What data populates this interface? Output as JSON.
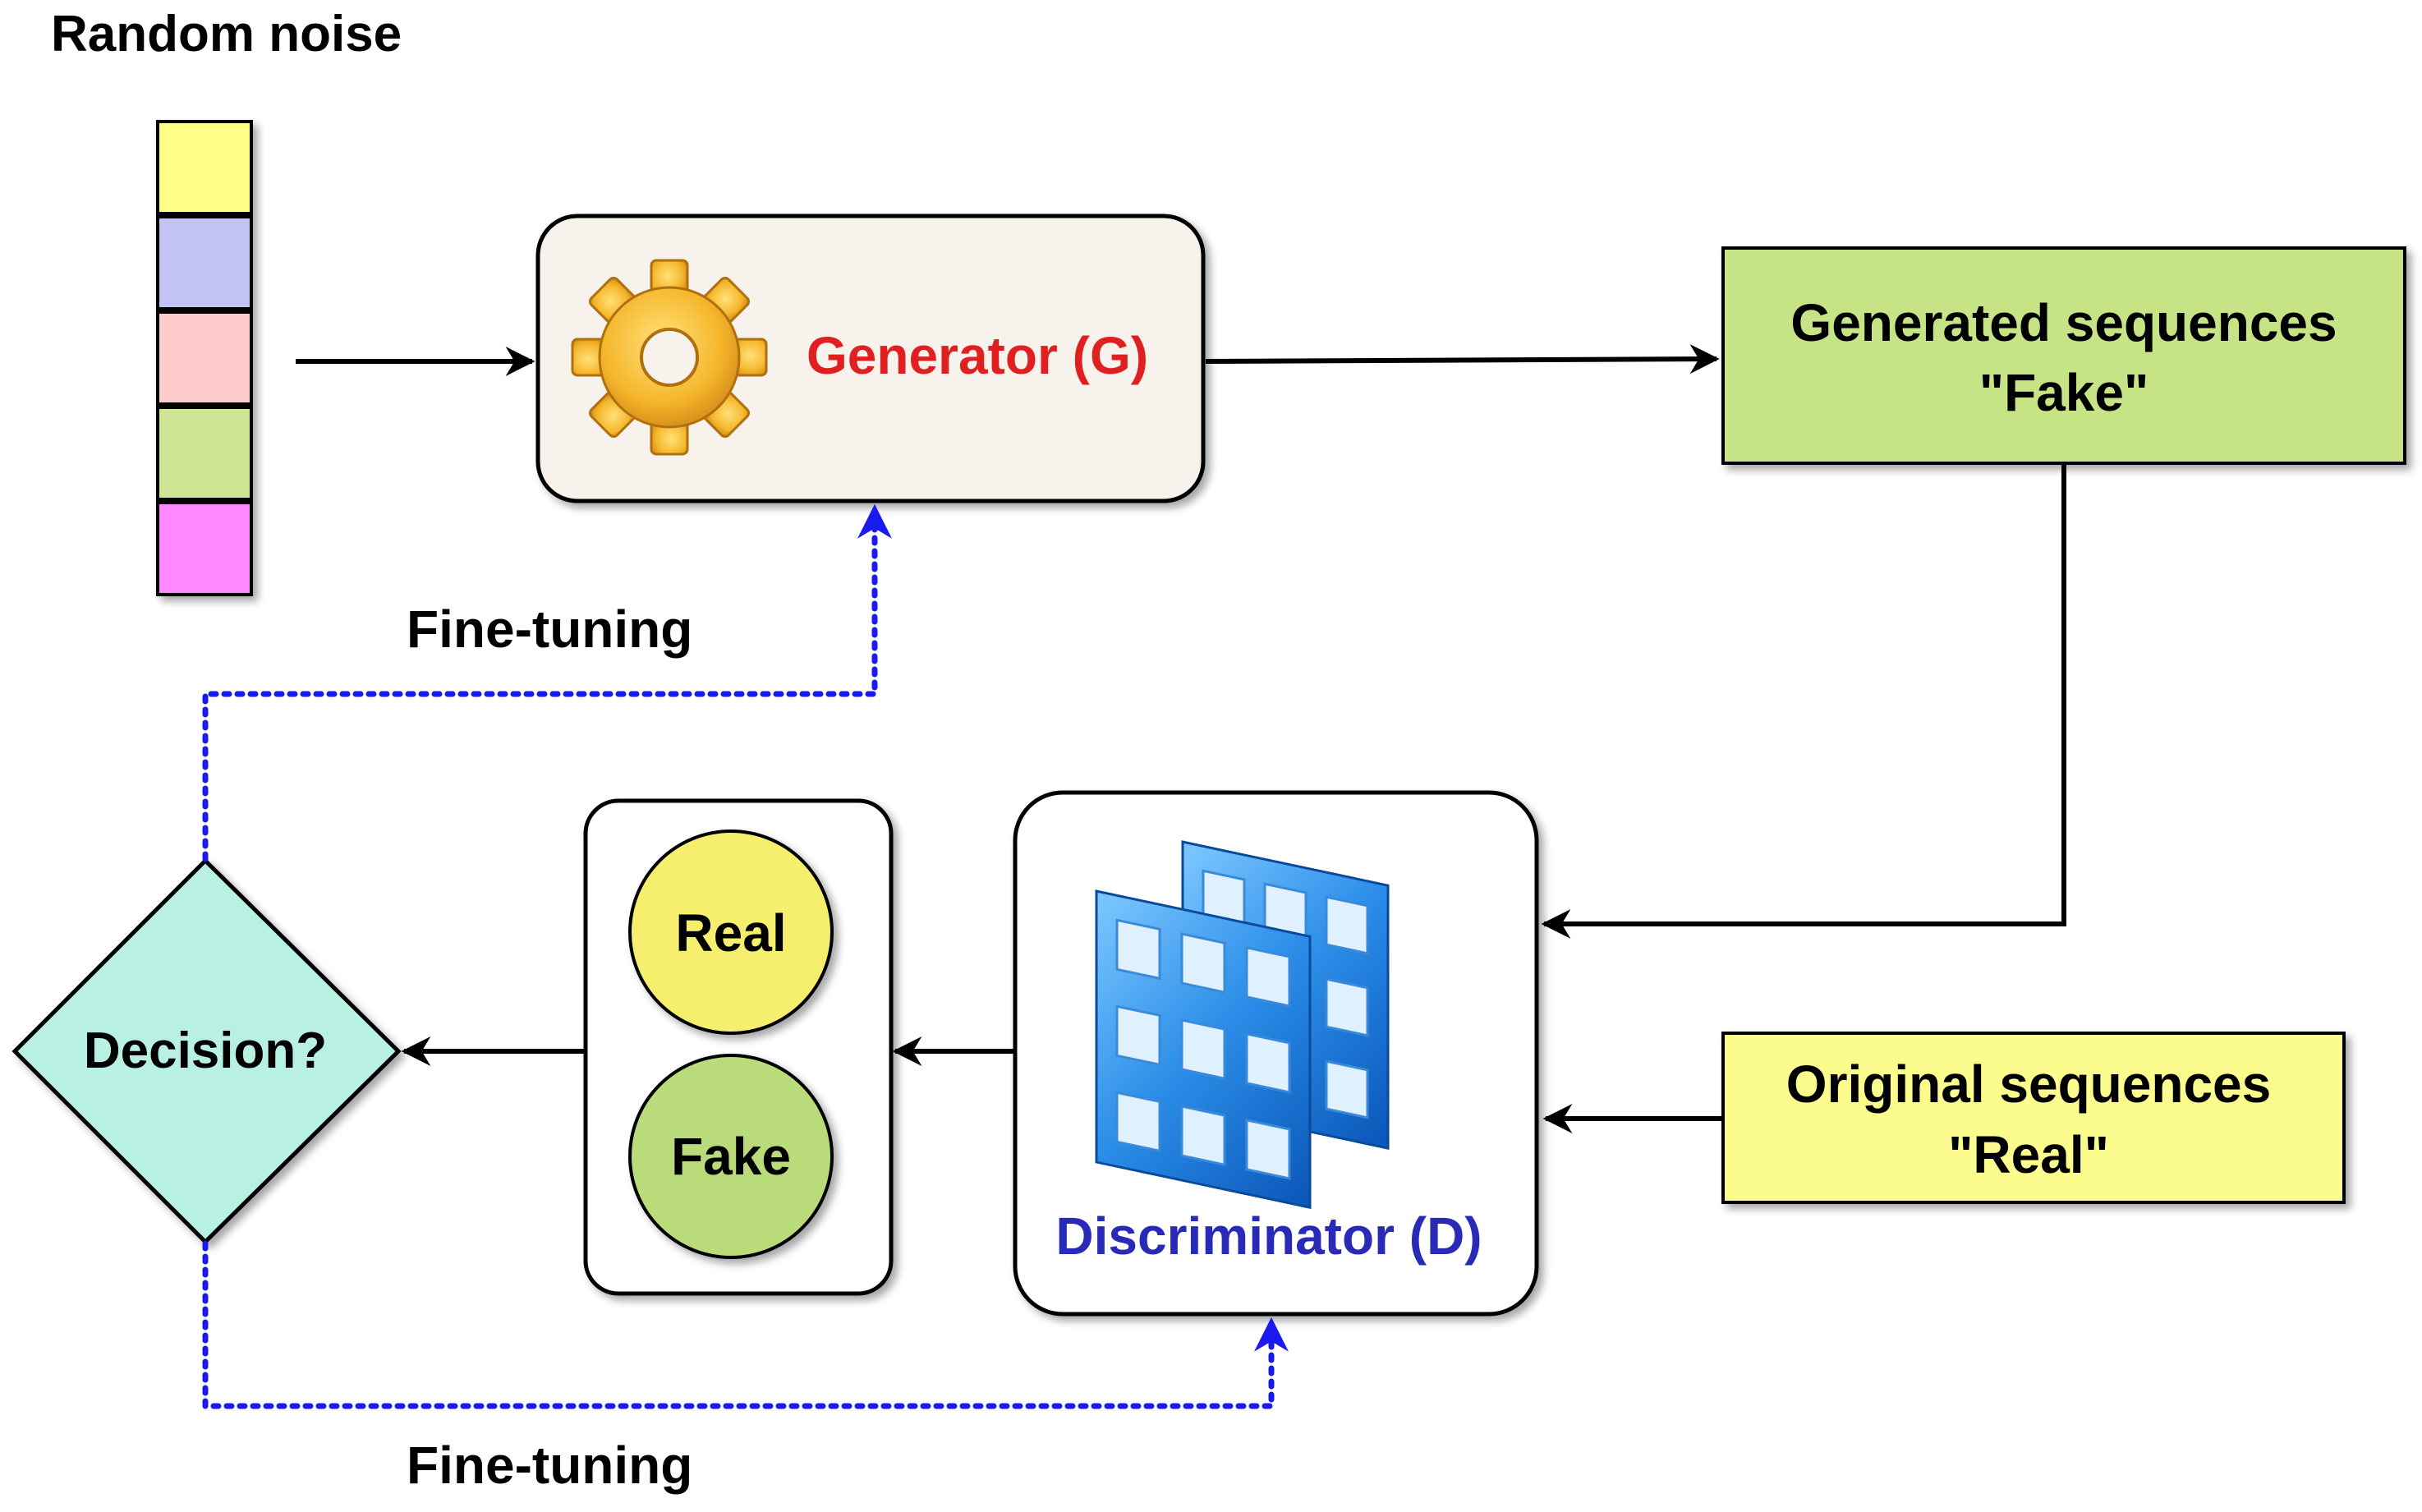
{
  "noise": {
    "label": "Random noise",
    "cells": [
      "#ffff88",
      "#c4c4f4",
      "#ffcccc",
      "#cde594",
      "#ff88ff"
    ]
  },
  "generator": {
    "label": "Generator (G)",
    "label_color": "#e02020",
    "fill": "#f7f3ec",
    "icon": "gear-icon"
  },
  "generated": {
    "line1": "Generated sequences",
    "line2": "\"Fake\"",
    "fill": "#c6e386"
  },
  "original": {
    "line1": "Original sequences",
    "line2": "\"Real\"",
    "fill": "#fbfb8e"
  },
  "discriminator": {
    "label": "Discriminator (D)",
    "label_color": "#2a2ab8",
    "icon": "layered-grid-icon"
  },
  "outputs": {
    "real": {
      "label": "Real",
      "fill": "#f5ef6d"
    },
    "fake": {
      "label": "Fake",
      "fill": "#b9db79"
    }
  },
  "decision": {
    "label": "Decision?",
    "fill": "#b8f0e4"
  },
  "feedback": {
    "top_label": "Fine-tuning",
    "bottom_label": "Fine-tuning",
    "color": "#1a1aee"
  }
}
